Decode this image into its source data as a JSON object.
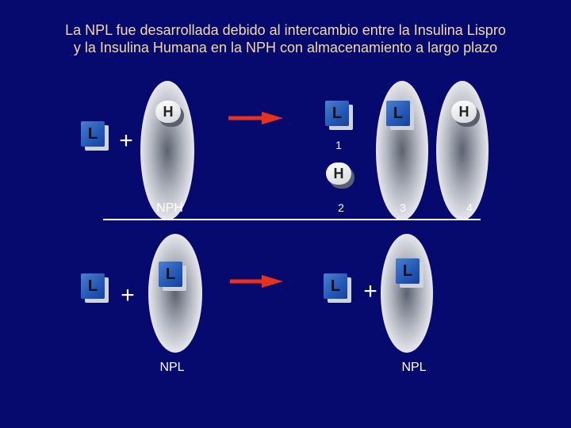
{
  "title_line1": "La NPL fue desarrollada debido al intercambio entre la Insulina Lispro",
  "title_line2": "y la Insulina Humana en la NPH con almacenamiento a largo plazo",
  "letters": {
    "lispro": "L",
    "human": "H"
  },
  "plus": "+",
  "labels": {
    "nph": "NPH",
    "npl": "NPL"
  },
  "stages": [
    "1",
    "2",
    "3",
    "4"
  ],
  "colors": {
    "background": "#060a6e",
    "title": "#f4d9a6",
    "arrow": "#e8321e",
    "lispro_box": "#2357b6"
  }
}
